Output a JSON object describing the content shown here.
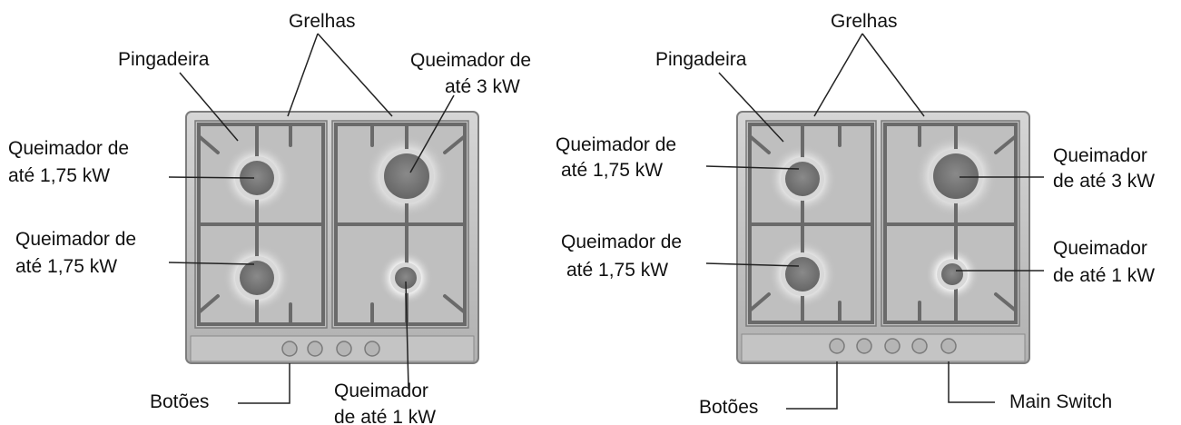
{
  "colors": {
    "frame": "#c9c9c9",
    "frame_edge": "#8a8a8a",
    "panel": "#bcbcbc",
    "panel_dark": "#a8a8a8",
    "grate": "#6e6e6e",
    "burner": "#7a7a7a",
    "burner_ring": "#dcdcdc",
    "line": "#222222"
  },
  "left_hob": {
    "labels": {
      "grelhas": "Grelhas",
      "pingadeira": "Pingadeira",
      "burner_top_right_l1": "Queimador de",
      "burner_top_right_l2": "até 3 kW",
      "burner_top_left_l1": "Queimador de",
      "burner_top_left_l2": "até 1,75 kW",
      "burner_bottom_left_l1": "Queimador de",
      "burner_bottom_left_l2": "até 1,75 kW",
      "botoes": "Botões",
      "burner_bottom_right_l1": "Queimador",
      "burner_bottom_right_l2": "de até 1 kW"
    }
  },
  "right_hob": {
    "labels": {
      "grelhas": "Grelhas",
      "pingadeira": "Pingadeira",
      "burner_top_left_l1": "Queimador de",
      "burner_top_left_l2": "até 1,75 kW",
      "burner_bottom_left_l1": "Queimador de",
      "burner_bottom_left_l2": "até 1,75 kW",
      "burner_top_right_l1": "Queimador",
      "burner_top_right_l2": "de até 3 kW",
      "burner_bottom_right_l1": "Queimador",
      "burner_bottom_right_l2": "de até 1 kW",
      "botoes": "Botões",
      "main_switch": "Main Switch"
    }
  }
}
